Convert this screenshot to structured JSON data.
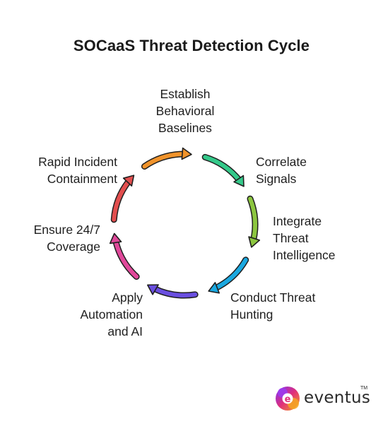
{
  "title": "SOCaaS Threat Detection Cycle",
  "steps": [
    {
      "lines": [
        "Establish",
        "Behavioral",
        "Baselines"
      ],
      "color": "#34c98a"
    },
    {
      "lines": [
        "Correlate",
        "Signals"
      ],
      "color": "#8cc63f"
    },
    {
      "lines": [
        "Integrate",
        "Threat",
        "Intelligence"
      ],
      "color": "#1aa8e0"
    },
    {
      "lines": [
        "Conduct Threat",
        "Hunting"
      ],
      "color": "#6a4fe0"
    },
    {
      "lines": [
        "Apply",
        "Automation",
        "and AI"
      ],
      "color": "#e0489a"
    },
    {
      "lines": [
        "Ensure 24/7",
        "Coverage"
      ],
      "color": "#e24e4e"
    },
    {
      "lines": [
        "Rapid Incident",
        "Containment"
      ],
      "color": "#f0932b"
    }
  ],
  "logo": {
    "text": "eventus",
    "tm": "TM"
  }
}
